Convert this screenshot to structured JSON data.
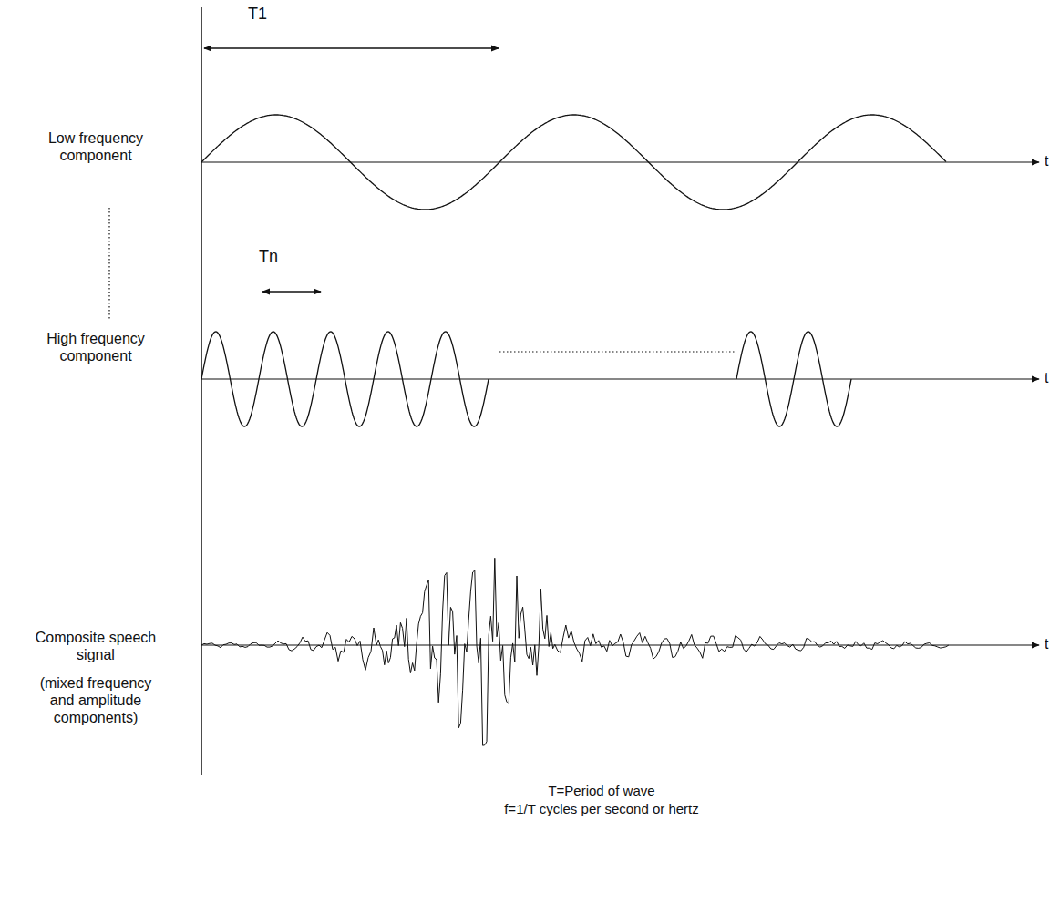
{
  "diagram": {
    "labels": [
      "T1",
      "Low frequency component",
      "Tn",
      "High frequency component",
      "t",
      "t",
      "Composite speech signal",
      "(mixed frequency and amplitude components)",
      "t",
      "T=Period of wave",
      "f=1/T cycles per second or hertz"
    ]
  }
}
